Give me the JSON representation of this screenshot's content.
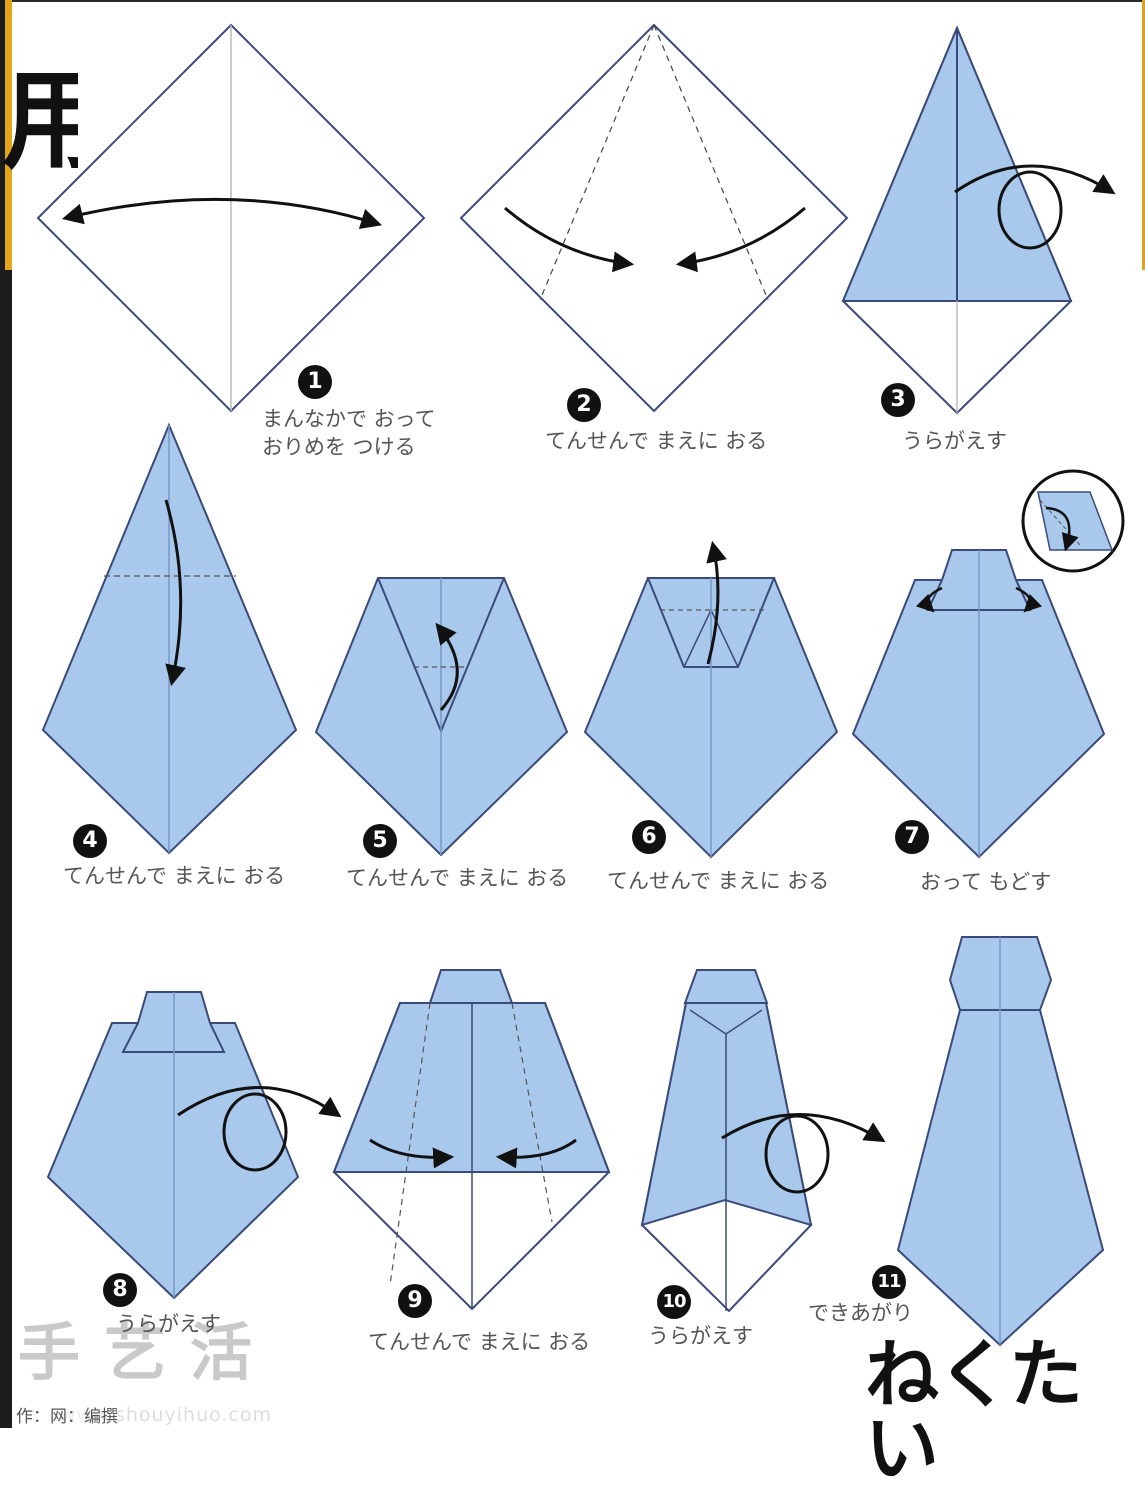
{
  "corner_text": "用",
  "title": "ねくたい",
  "watermark": {
    "logo_text": "手艺活",
    "credit_text": "作：网：编撰",
    "url_text": "www.shouyihuo.com"
  },
  "colors": {
    "paper_blue": "#a9c9ec",
    "paper_white": "#ffffff",
    "outline": "#3a4a7a",
    "crease": "#7a98c8",
    "arrow": "#111111",
    "accent_bar": "#e3a51a"
  },
  "steps": [
    {
      "number": "1",
      "caption": "まんなかで おって\nおりめを つける"
    },
    {
      "number": "2",
      "caption": "てんせんで まえに おる"
    },
    {
      "number": "3",
      "caption": "うらがえす"
    },
    {
      "number": "4",
      "caption": "てんせんで まえに おる"
    },
    {
      "number": "5",
      "caption": "てんせんで まえに おる"
    },
    {
      "number": "6",
      "caption": "てんせんで まえに おる"
    },
    {
      "number": "7",
      "caption": "おって もどす"
    },
    {
      "number": "8",
      "caption": "うらがえす"
    },
    {
      "number": "9",
      "caption": "てんせんで まえに おる"
    },
    {
      "number": "10",
      "caption": "うらがえす"
    },
    {
      "number": "11",
      "caption": "できあがり"
    }
  ]
}
